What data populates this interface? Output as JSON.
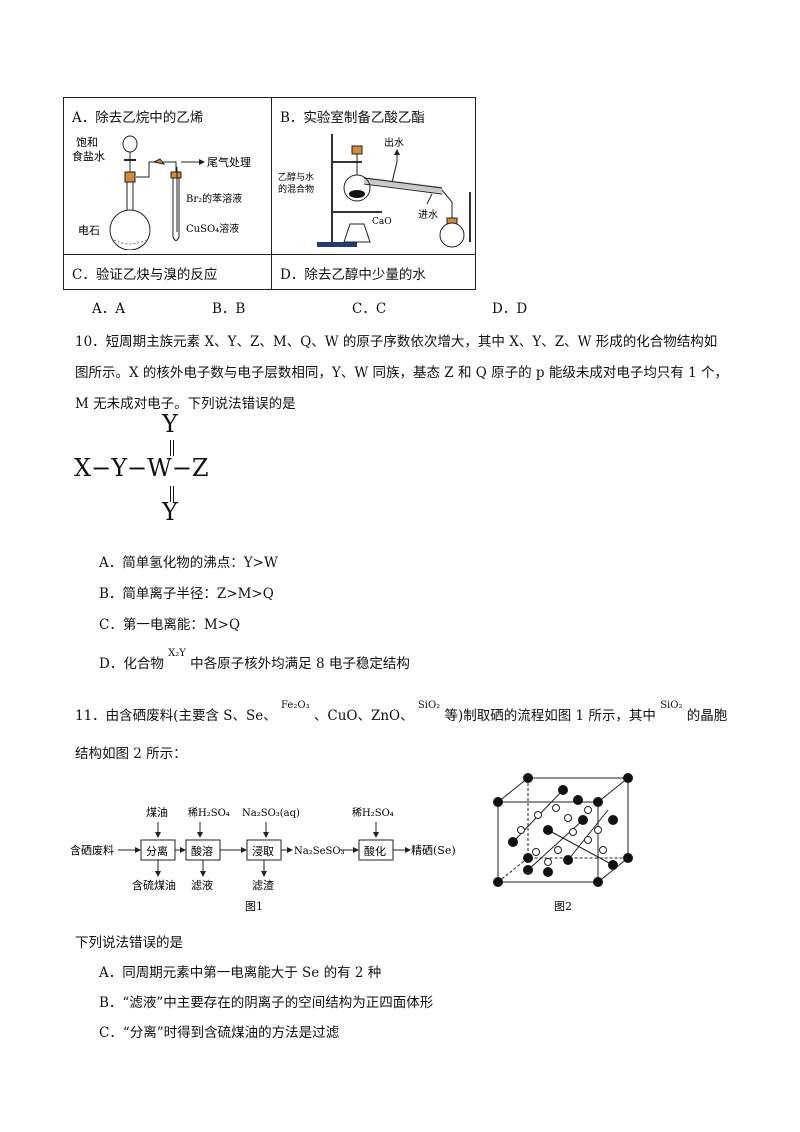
{
  "exp_table": {
    "A": "A．除去乙烷中的乙烯",
    "B": "B．实验室制备乙酸乙酯",
    "C": "C．验证乙炔与溴的反应",
    "D": "D．除去乙醇中少量的水",
    "apparatus_a": {
      "l1": "饱和",
      "l2": "食盐水",
      "l3": "尾气处理",
      "l4": "Br₂的苯溶液",
      "l5": "电石",
      "l6": "CuSO₄溶液"
    },
    "apparatus_b": {
      "l1": "出水",
      "l2": "乙醇与水",
      "l3": "的混合物",
      "l4": "CaO",
      "l5": "进水"
    }
  },
  "q9_choices": [
    "A．A",
    "B．B",
    "C．C",
    "D．D"
  ],
  "q10": {
    "stem_1": "10．短周期主族元素 X、Y、Z、M、Q、W 的原子序数依次增大，其中 X、Y、Z、W 形成的化合物结构如",
    "stem_2": "图所示。X 的核外电子数与电子层数相同，Y、W 同族，基态 Z 和 Q 原子的 p 能级未成对电子均只有 1 个，",
    "stem_3": "M 无未成对电子。下列说法错误的是",
    "structure": {
      "top": "Y",
      "row": "X−Y−W−Z",
      "bottom": "Y"
    },
    "options": {
      "A": "A．简单氢化物的沸点：Y>W",
      "B": "B．简单离子半径：Z>M>Q",
      "C": "C．第一电离能：M>Q",
      "D_pre": "D．化合物",
      "D_formula": "X₂Y",
      "D_post": "中各原子核外均满足 8 电子稳定结构"
    }
  },
  "q11": {
    "stem_pre": "11．由含硒废料(主要含 S、Se、",
    "f1": "Fe₂O₃",
    "stem_mid": "、CuO、ZnO、",
    "f2": "SiO₂",
    "stem_mid2": "等)制取硒的流程如图 1 所示，其中",
    "f3": "SiO₂",
    "stem_post": "的晶胞",
    "stem_2": "结构如图 2 所示：",
    "flow": {
      "reagent1": "煤油",
      "reagent2": "稀H₂SO₄",
      "reagent3": "Na₂SO₃(aq)",
      "reagent4": "稀H₂SO₄",
      "input": "含硒废料",
      "box1": "分离",
      "box2": "酸溶",
      "box3": "浸取",
      "mid": "Na₂SeSO₃",
      "box4": "酸化",
      "output": "精硒(Se)",
      "out1": "含硫煤油",
      "out2": "滤液",
      "out3": "滤渣",
      "caption": "图1"
    },
    "fig2_caption": "图2",
    "prompt": "下列说法错误的是",
    "options": {
      "A": "A．同周期元素中第一电离能大于 Se 的有 2 种",
      "B": "B．“滤液”中主要存在的阴离子的空间结构为正四面体形",
      "C": "C．“分离”时得到含硫煤油的方法是过滤"
    }
  }
}
